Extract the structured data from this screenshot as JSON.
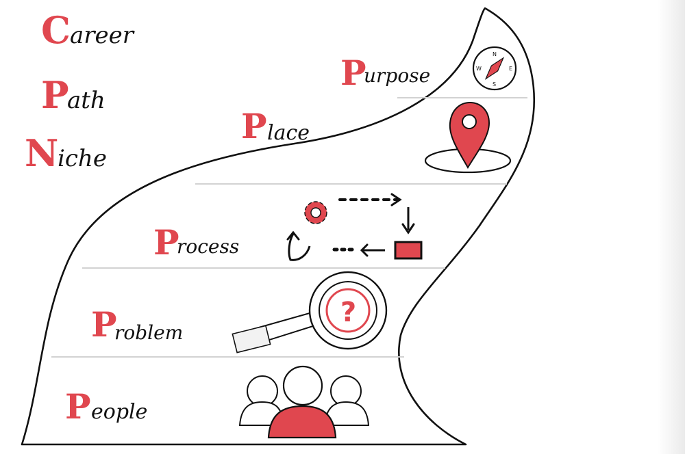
{
  "colors": {
    "accent": "#e0474f",
    "ink": "#111111",
    "divider": "#cfcfcf"
  },
  "acronym": [
    {
      "letter": "C",
      "rest": "areer"
    },
    {
      "letter": "P",
      "rest": "ath"
    },
    {
      "letter": "N",
      "rest": "iche"
    }
  ],
  "levels": [
    {
      "letter": "P",
      "rest": "urpose",
      "icon": "compass-icon"
    },
    {
      "letter": "P",
      "rest": "lace",
      "icon": "location-pin-icon"
    },
    {
      "letter": "P",
      "rest": "rocess",
      "icon": "process-cycle-icon"
    },
    {
      "letter": "P",
      "rest": "roblem",
      "icon": "magnifier-question-icon"
    },
    {
      "letter": "P",
      "rest": "eople",
      "icon": "people-group-icon"
    }
  ],
  "compass": {
    "n": "N",
    "s": "S",
    "e": "E",
    "w": "W"
  },
  "problem_mark": "?"
}
